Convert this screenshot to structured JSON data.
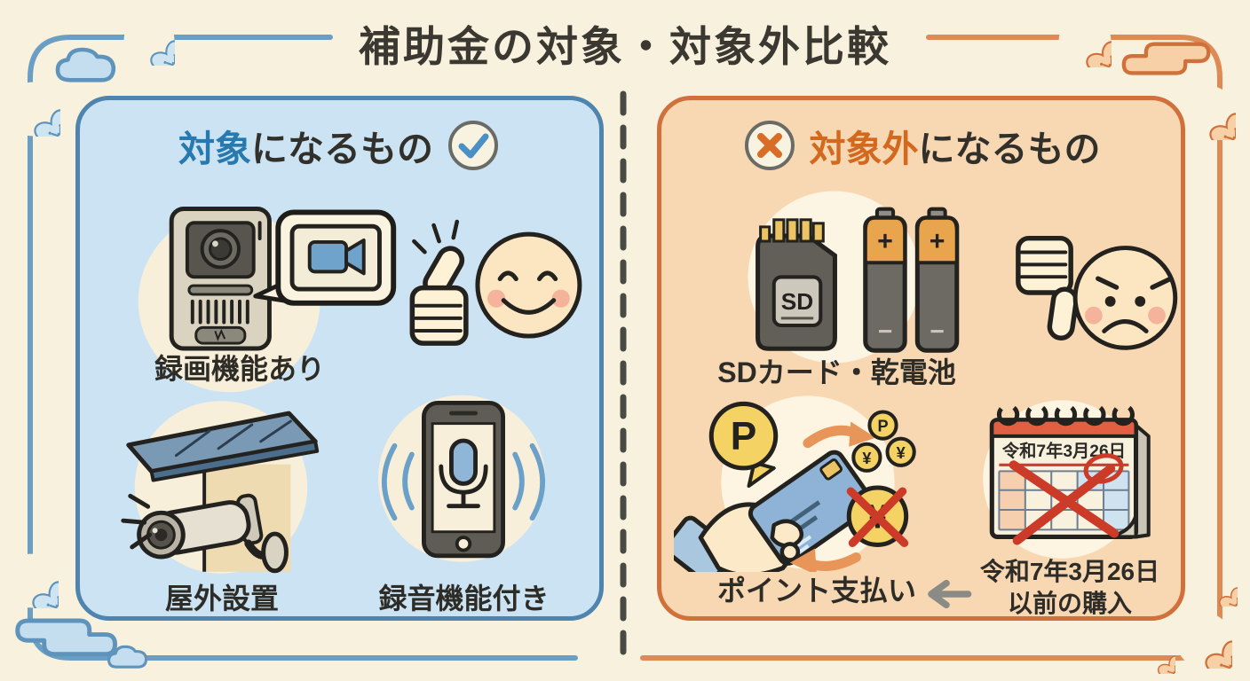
{
  "title": "補助金の対象・対象外比較",
  "eligible": {
    "header_highlight": "対象",
    "header_rest": "になるもの",
    "items": {
      "recording": "録画機能あり",
      "outdoor": "屋外設置",
      "audio": "録音機能付き"
    }
  },
  "not_eligible": {
    "header_highlight": "対象外",
    "header_rest": "になるもの",
    "items": {
      "sd_battery": "SDカード・乾電池",
      "points": "ポイント支払い",
      "purchase_line1": "令和7年3月26日",
      "purchase_line2": "以前の購入"
    },
    "calendar_date": "令和7年3月26日",
    "sd_label": "SD",
    "point_letter": "P",
    "yen_symbol": "¥",
    "battery_plus": "+",
    "battery_minus": "−"
  },
  "colors": {
    "background": "#f8f1de",
    "left_accent": "#2779b0",
    "left_border": "#4e84ae",
    "left_fill": "#cbe3f2",
    "right_accent": "#d2691e",
    "right_border": "#d0703a",
    "right_fill": "#f8d7b3",
    "check_blue": "#4a90c4",
    "cross_orange": "#d96d28",
    "error_red": "#cc3b28",
    "outline_dark": "#23221e"
  }
}
